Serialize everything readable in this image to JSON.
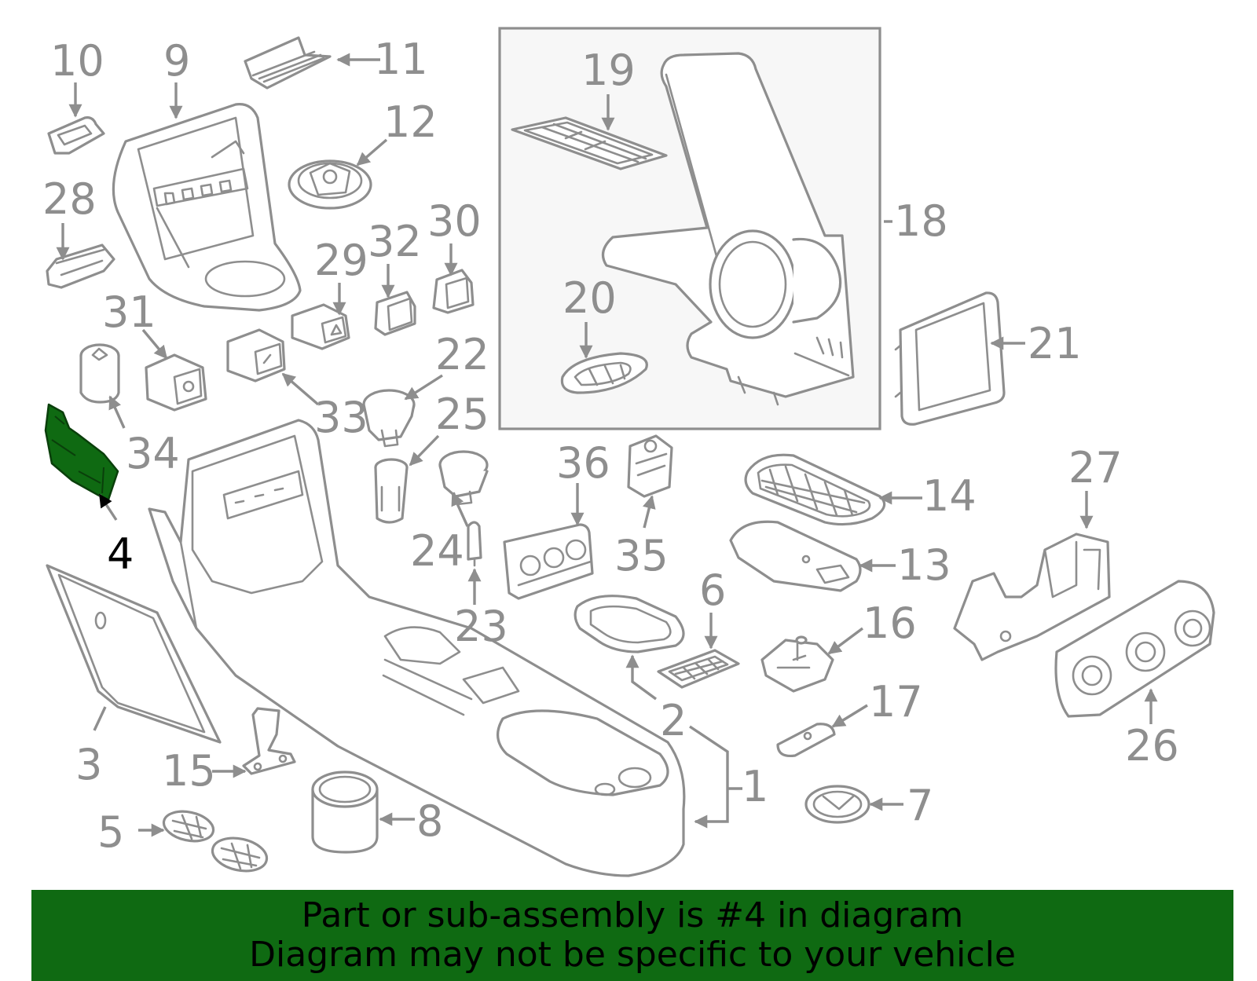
{
  "banner": {
    "line1": "Part or sub-assembly is #4 in diagram",
    "line2": "Diagram may not be specific to your vehicle",
    "color": "#0f6a12"
  },
  "highlight": {
    "part": "4",
    "color": "#0f6a12"
  },
  "labels": {
    "p1": "1",
    "p2": "2",
    "p3": "3",
    "p4": "4",
    "p5": "5",
    "p6": "6",
    "p7": "7",
    "p8": "8",
    "p9": "9",
    "p10": "10",
    "p11": "11",
    "p12": "12",
    "p13": "13",
    "p14": "14",
    "p15": "15",
    "p16": "16",
    "p17": "17",
    "p18": "18",
    "p19": "19",
    "p20": "20",
    "p21": "21",
    "p22": "22",
    "p23": "23",
    "p24": "24",
    "p25": "25",
    "p26": "26",
    "p27": "27",
    "p28": "28",
    "p29": "29",
    "p30": "30",
    "p31": "31",
    "p32": "32",
    "p33": "33",
    "p34": "34",
    "p35": "35",
    "p36": "36"
  }
}
